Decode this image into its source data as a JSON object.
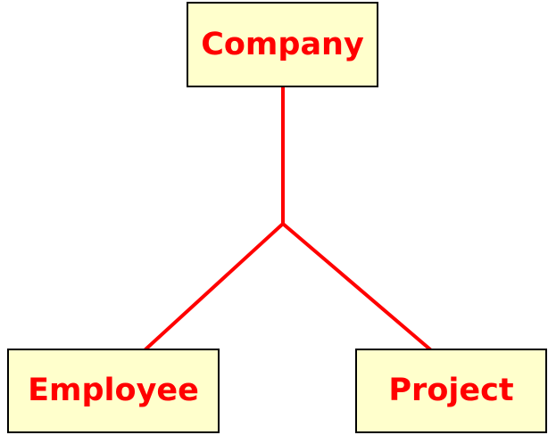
{
  "colors": {
    "box_fill": "#ffffcc",
    "box_border": "#000000",
    "label": "#ff0000",
    "connector": "#ff0000"
  },
  "entities": {
    "company": {
      "label": "Company"
    },
    "employee": {
      "label": "Employee"
    },
    "project": {
      "label": "Project"
    }
  },
  "connections": [
    {
      "from": "company",
      "to": "employee"
    },
    {
      "from": "company",
      "to": "project"
    }
  ]
}
